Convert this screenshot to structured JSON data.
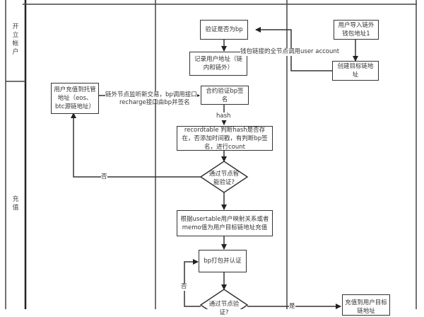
{
  "lanes": [
    {
      "label": "开立帐户"
    },
    {
      "label": "充值"
    }
  ],
  "nodes": {
    "verify_bp": "验证是否为bp",
    "record_addr": "记录用户地址（链内和链外）",
    "user_import": "用户导入链外钱包地址1",
    "create_target": "创建目标链地址",
    "user_deposit": "用户充值到托管地址（eos、btc源链地址）",
    "contract_verify": "合约验证bp签名",
    "recordtable": "recordtable 判断hash是否存在，否添加时间戳，有判断bp签名，进行count",
    "decision1": "通过节点智能验证?",
    "map_user": "根据usertable用户映射关系或者memo值为用户目标链地址充值",
    "bp_pack": "bp打包并认证",
    "decision2": "通过节点验证?",
    "deposit_target": "充值到用户目标链地址"
  },
  "edge_labels": {
    "wallet_call": "钱包链接的全节点调用user account",
    "offchain_listen_1": "链外节点监听新交易，bp调用接口",
    "offchain_listen_2": "recharge接口由bp并签名",
    "hash": "hash",
    "no_1": "否",
    "no_2": "否",
    "yes": "是"
  },
  "colors": {
    "line": "#333333",
    "highlight": "#f5c842"
  }
}
